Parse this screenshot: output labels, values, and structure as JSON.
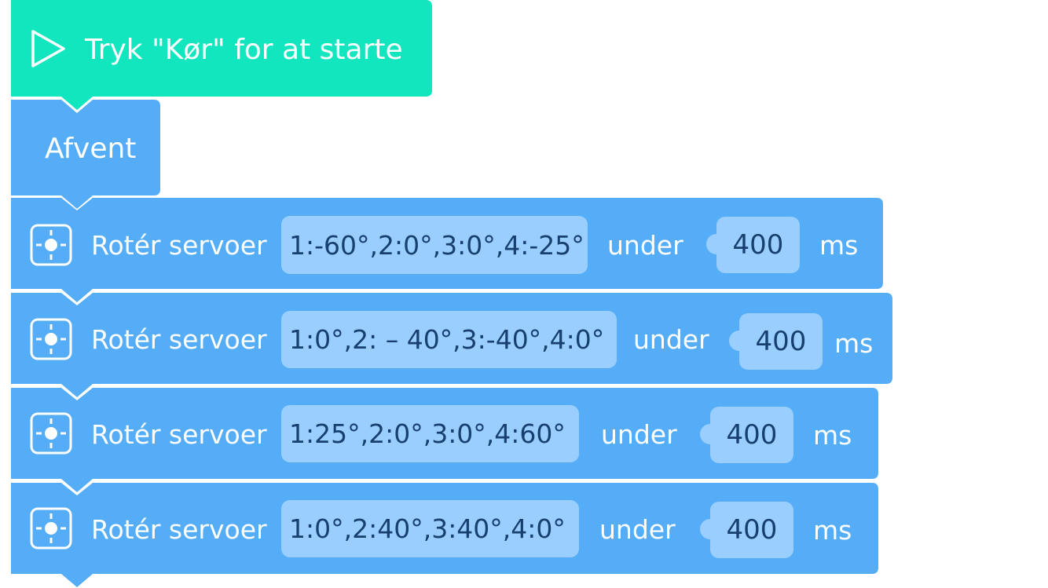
{
  "start_block": {
    "label": "Tryk \"Kør\" for at starte",
    "icon": "play-icon"
  },
  "wait_block": {
    "label": "Afvent"
  },
  "colors": {
    "start": "#12e6bf",
    "block": "#55adf7",
    "field": "#99ceff",
    "field_text": "#17406e"
  },
  "rotate_blocks": [
    {
      "icon": "servo-icon",
      "label": "Rotér servoer",
      "angles": "1:-60°,2:0°,3:0°,4:-25°",
      "under": "under",
      "duration": "400",
      "unit": "ms"
    },
    {
      "icon": "servo-icon",
      "label": "Rotér servoer",
      "angles": "1:0°,2: – 40°,3:-40°,4:0°",
      "under": "under",
      "duration": "400",
      "unit": "ms"
    },
    {
      "icon": "servo-icon",
      "label": "Rotér servoer",
      "angles": "1:25°,2:0°,3:0°,4:60°",
      "under": "under",
      "duration": "400",
      "unit": "ms"
    },
    {
      "icon": "servo-icon",
      "label": "Rotér servoer",
      "angles": "1:0°,2:40°,3:40°,4:0°",
      "under": "under",
      "duration": "400",
      "unit": "ms"
    }
  ]
}
